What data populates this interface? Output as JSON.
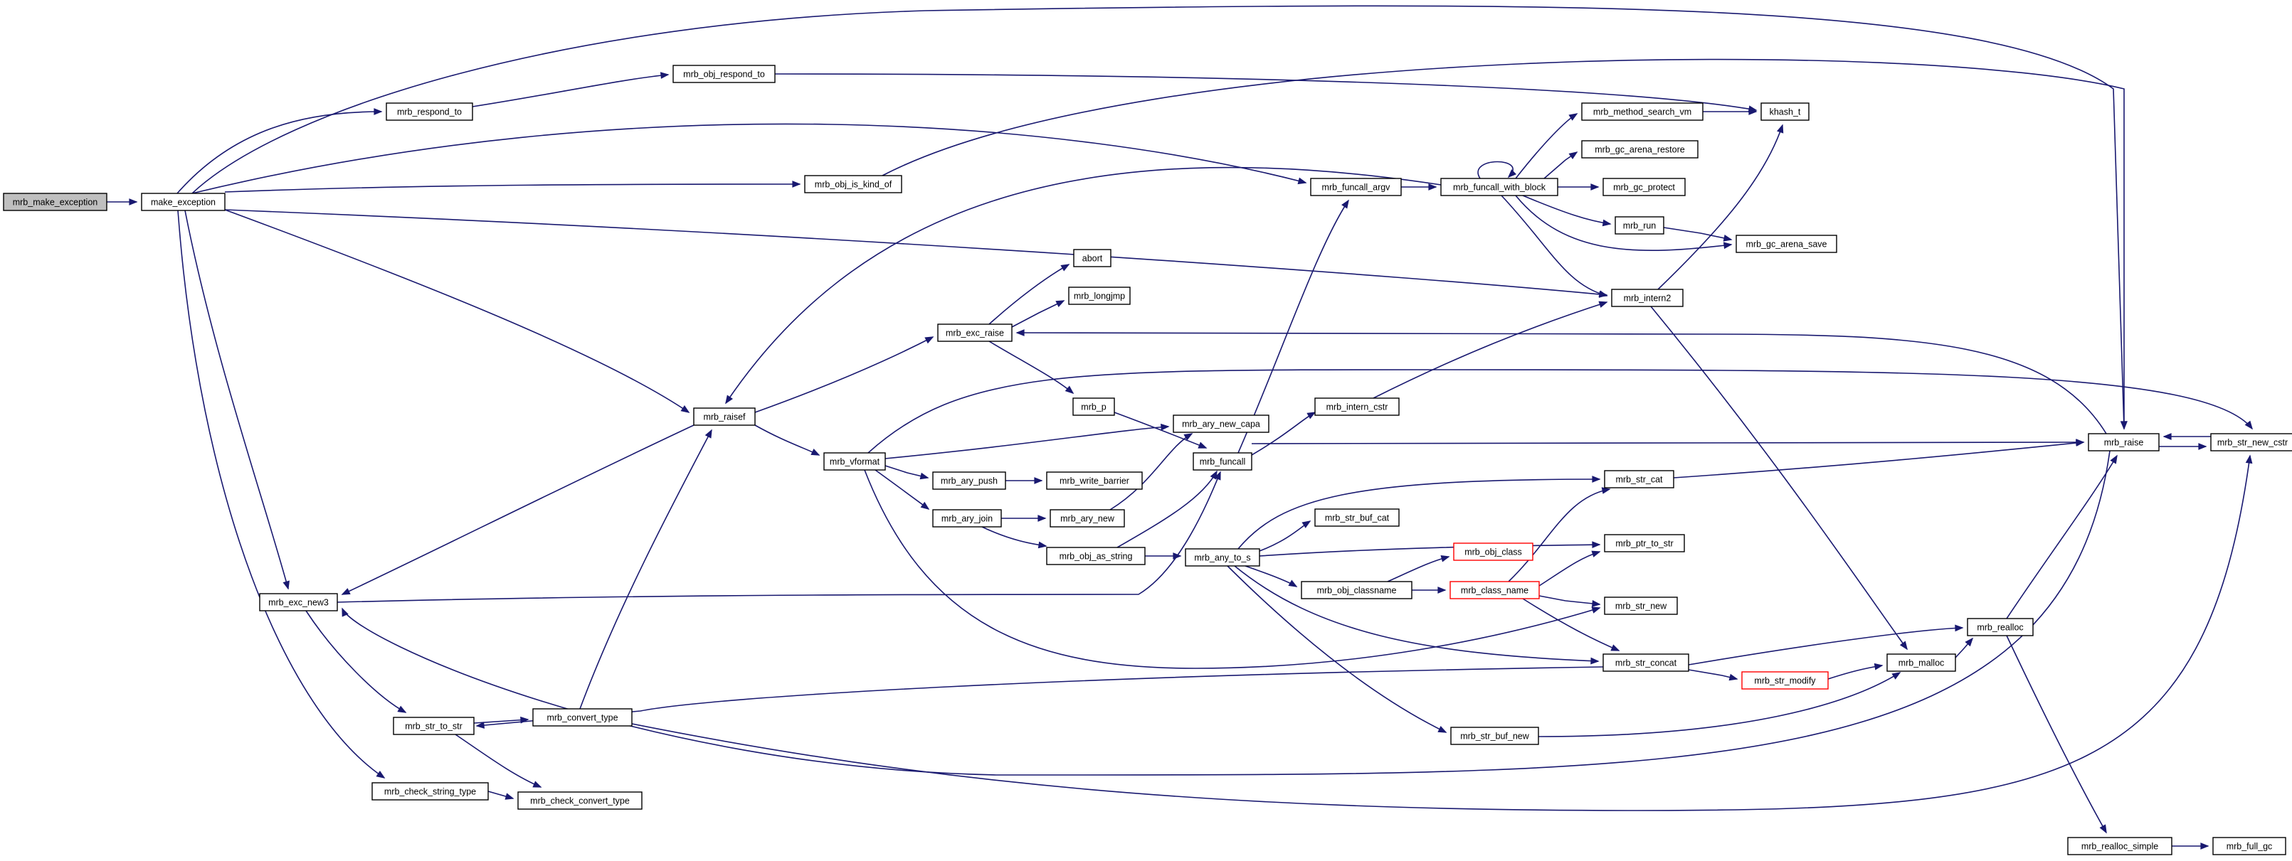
{
  "colors": {
    "edge": "#191970",
    "node_border": "#000000",
    "root_fill": "#bfbfbf",
    "node_fill": "#ffffff",
    "truncated_border": "#ff0000"
  },
  "nodes": [
    {
      "id": "mrb_make_exception",
      "label": "mrb_make_exception",
      "root": true
    },
    {
      "id": "make_exception",
      "label": "make_exception"
    },
    {
      "id": "mrb_respond_to",
      "label": "mrb_respond_to"
    },
    {
      "id": "mrb_obj_respond_to",
      "label": "mrb_obj_respond_to"
    },
    {
      "id": "mrb_obj_is_kind_of",
      "label": "mrb_obj_is_kind_of"
    },
    {
      "id": "mrb_funcall_argv",
      "label": "mrb_funcall_argv"
    },
    {
      "id": "mrb_funcall_with_block",
      "label": "mrb_funcall_with_block"
    },
    {
      "id": "mrb_method_search_vm",
      "label": "mrb_method_search_vm"
    },
    {
      "id": "khash_t",
      "label": "khash_t"
    },
    {
      "id": "mrb_gc_arena_restore",
      "label": "mrb_gc_arena_restore"
    },
    {
      "id": "mrb_gc_protect",
      "label": "mrb_gc_protect"
    },
    {
      "id": "mrb_run",
      "label": "mrb_run"
    },
    {
      "id": "mrb_gc_arena_save",
      "label": "mrb_gc_arena_save"
    },
    {
      "id": "mrb_intern2",
      "label": "mrb_intern2"
    },
    {
      "id": "abort",
      "label": "abort"
    },
    {
      "id": "mrb_longjmp",
      "label": "mrb_longjmp"
    },
    {
      "id": "mrb_exc_raise",
      "label": "mrb_exc_raise"
    },
    {
      "id": "mrb_p",
      "label": "mrb_p"
    },
    {
      "id": "mrb_raisef",
      "label": "mrb_raisef"
    },
    {
      "id": "mrb_intern_cstr",
      "label": "mrb_intern_cstr"
    },
    {
      "id": "mrb_ary_new_capa",
      "label": "mrb_ary_new_capa"
    },
    {
      "id": "mrb_funcall",
      "label": "mrb_funcall"
    },
    {
      "id": "mrb_vformat",
      "label": "mrb_vformat"
    },
    {
      "id": "mrb_ary_push",
      "label": "mrb_ary_push"
    },
    {
      "id": "mrb_write_barrier",
      "label": "mrb_write_barrier"
    },
    {
      "id": "mrb_ary_join",
      "label": "mrb_ary_join"
    },
    {
      "id": "mrb_ary_new",
      "label": "mrb_ary_new"
    },
    {
      "id": "mrb_obj_as_string",
      "label": "mrb_obj_as_string"
    },
    {
      "id": "mrb_any_to_s",
      "label": "mrb_any_to_s"
    },
    {
      "id": "mrb_str_buf_cat",
      "label": "mrb_str_buf_cat"
    },
    {
      "id": "mrb_str_cat",
      "label": "mrb_str_cat"
    },
    {
      "id": "mrb_raise",
      "label": "mrb_raise"
    },
    {
      "id": "mrb_str_new_cstr",
      "label": "mrb_str_new_cstr"
    },
    {
      "id": "mrb_obj_class",
      "label": "mrb_obj_class",
      "truncated": true
    },
    {
      "id": "mrb_ptr_to_str",
      "label": "mrb_ptr_to_str"
    },
    {
      "id": "mrb_obj_classname",
      "label": "mrb_obj_classname"
    },
    {
      "id": "mrb_class_name",
      "label": "mrb_class_name",
      "truncated": true
    },
    {
      "id": "mrb_str_new",
      "label": "mrb_str_new"
    },
    {
      "id": "mrb_exc_new3",
      "label": "mrb_exc_new3"
    },
    {
      "id": "mrb_realloc",
      "label": "mrb_realloc"
    },
    {
      "id": "mrb_str_concat",
      "label": "mrb_str_concat"
    },
    {
      "id": "mrb_str_modify",
      "label": "mrb_str_modify",
      "truncated": true
    },
    {
      "id": "mrb_malloc",
      "label": "mrb_malloc"
    },
    {
      "id": "mrb_str_to_str",
      "label": "mrb_str_to_str"
    },
    {
      "id": "mrb_convert_type",
      "label": "mrb_convert_type"
    },
    {
      "id": "mrb_str_buf_new",
      "label": "mrb_str_buf_new"
    },
    {
      "id": "mrb_check_string_type",
      "label": "mrb_check_string_type"
    },
    {
      "id": "mrb_check_convert_type",
      "label": "mrb_check_convert_type"
    },
    {
      "id": "mrb_realloc_simple",
      "label": "mrb_realloc_simple"
    },
    {
      "id": "mrb_full_gc",
      "label": "mrb_full_gc"
    }
  ],
  "edges": [
    [
      "mrb_make_exception",
      "make_exception"
    ],
    [
      "make_exception",
      "mrb_respond_to"
    ],
    [
      "make_exception",
      "mrb_obj_is_kind_of"
    ],
    [
      "make_exception",
      "mrb_funcall_argv"
    ],
    [
      "make_exception",
      "mrb_intern2"
    ],
    [
      "make_exception",
      "mrb_raisef"
    ],
    [
      "make_exception",
      "mrb_exc_new3"
    ],
    [
      "make_exception",
      "mrb_check_string_type"
    ],
    [
      "make_exception",
      "mrb_raise"
    ],
    [
      "mrb_respond_to",
      "mrb_obj_respond_to"
    ],
    [
      "mrb_obj_respond_to",
      "khash_t"
    ],
    [
      "mrb_obj_is_kind_of",
      "mrb_raise"
    ],
    [
      "mrb_funcall_argv",
      "mrb_funcall_with_block"
    ],
    [
      "mrb_funcall_with_block",
      "mrb_funcall_with_block"
    ],
    [
      "mrb_funcall_with_block",
      "mrb_method_search_vm"
    ],
    [
      "mrb_funcall_with_block",
      "mrb_gc_arena_restore"
    ],
    [
      "mrb_funcall_with_block",
      "mrb_gc_protect"
    ],
    [
      "mrb_funcall_with_block",
      "mrb_run"
    ],
    [
      "mrb_funcall_with_block",
      "mrb_gc_arena_save"
    ],
    [
      "mrb_funcall_with_block",
      "mrb_intern2"
    ],
    [
      "mrb_funcall_with_block",
      "mrb_raisef"
    ],
    [
      "mrb_method_search_vm",
      "khash_t"
    ],
    [
      "mrb_run",
      "mrb_gc_arena_save"
    ],
    [
      "mrb_intern2",
      "khash_t"
    ],
    [
      "mrb_intern2",
      "mrb_malloc"
    ],
    [
      "mrb_exc_raise",
      "abort"
    ],
    [
      "mrb_exc_raise",
      "mrb_longjmp"
    ],
    [
      "mrb_exc_raise",
      "mrb_p"
    ],
    [
      "mrb_p",
      "mrb_funcall"
    ],
    [
      "mrb_raisef",
      "mrb_exc_raise"
    ],
    [
      "mrb_raisef",
      "mrb_vformat"
    ],
    [
      "mrb_raisef",
      "mrb_exc_new3"
    ],
    [
      "mrb_vformat",
      "mrb_ary_new_capa"
    ],
    [
      "mrb_vformat",
      "mrb_ary_push"
    ],
    [
      "mrb_vformat",
      "mrb_ary_join"
    ],
    [
      "mrb_vformat",
      "mrb_str_new"
    ],
    [
      "mrb_vformat",
      "mrb_str_new_cstr"
    ],
    [
      "mrb_ary_push",
      "mrb_write_barrier"
    ],
    [
      "mrb_ary_join",
      "mrb_ary_new"
    ],
    [
      "mrb_ary_join",
      "mrb_obj_as_string"
    ],
    [
      "mrb_ary_new",
      "mrb_ary_new_capa"
    ],
    [
      "mrb_obj_as_string",
      "mrb_funcall"
    ],
    [
      "mrb_obj_as_string",
      "mrb_any_to_s"
    ],
    [
      "mrb_funcall",
      "mrb_funcall_argv"
    ],
    [
      "mrb_funcall",
      "mrb_intern_cstr"
    ],
    [
      "mrb_funcall",
      "mrb_raise"
    ],
    [
      "mrb_intern_cstr",
      "mrb_intern2"
    ],
    [
      "mrb_any_to_s",
      "mrb_str_buf_cat"
    ],
    [
      "mrb_any_to_s",
      "mrb_str_cat"
    ],
    [
      "mrb_any_to_s",
      "mrb_ptr_to_str"
    ],
    [
      "mrb_any_to_s",
      "mrb_obj_classname"
    ],
    [
      "mrb_any_to_s",
      "mrb_str_concat"
    ],
    [
      "mrb_any_to_s",
      "mrb_str_buf_new"
    ],
    [
      "mrb_obj_classname",
      "mrb_obj_class"
    ],
    [
      "mrb_obj_classname",
      "mrb_class_name"
    ],
    [
      "mrb_class_name",
      "mrb_str_cat"
    ],
    [
      "mrb_class_name",
      "mrb_ptr_to_str"
    ],
    [
      "mrb_class_name",
      "mrb_str_new"
    ],
    [
      "mrb_class_name",
      "mrb_str_concat"
    ],
    [
      "mrb_str_cat",
      "mrb_raise"
    ],
    [
      "mrb_raise",
      "mrb_exc_raise"
    ],
    [
      "mrb_raise",
      "mrb_str_new_cstr"
    ],
    [
      "mrb_raise",
      "mrb_exc_new3"
    ],
    [
      "mrb_str_new_cstr",
      "mrb_raise"
    ],
    [
      "mrb_str_concat",
      "mrb_realloc"
    ],
    [
      "mrb_str_concat",
      "mrb_str_modify"
    ],
    [
      "mrb_str_concat",
      "mrb_str_to_str"
    ],
    [
      "mrb_str_modify",
      "mrb_malloc"
    ],
    [
      "mrb_malloc",
      "mrb_realloc"
    ],
    [
      "mrb_str_buf_new",
      "mrb_malloc"
    ],
    [
      "mrb_realloc",
      "mrb_raise"
    ],
    [
      "mrb_realloc",
      "mrb_realloc_simple"
    ],
    [
      "mrb_realloc_simple",
      "mrb_full_gc"
    ],
    [
      "mrb_exc_new3",
      "mrb_funcall"
    ],
    [
      "mrb_exc_new3",
      "mrb_str_to_str"
    ],
    [
      "mrb_str_to_str",
      "mrb_convert_type"
    ],
    [
      "mrb_str_to_str",
      "mrb_check_convert_type"
    ],
    [
      "mrb_convert_type",
      "mrb_raisef"
    ],
    [
      "mrb_convert_type",
      "mrb_str_new_cstr"
    ],
    [
      "mrb_check_string_type",
      "mrb_check_convert_type"
    ]
  ]
}
